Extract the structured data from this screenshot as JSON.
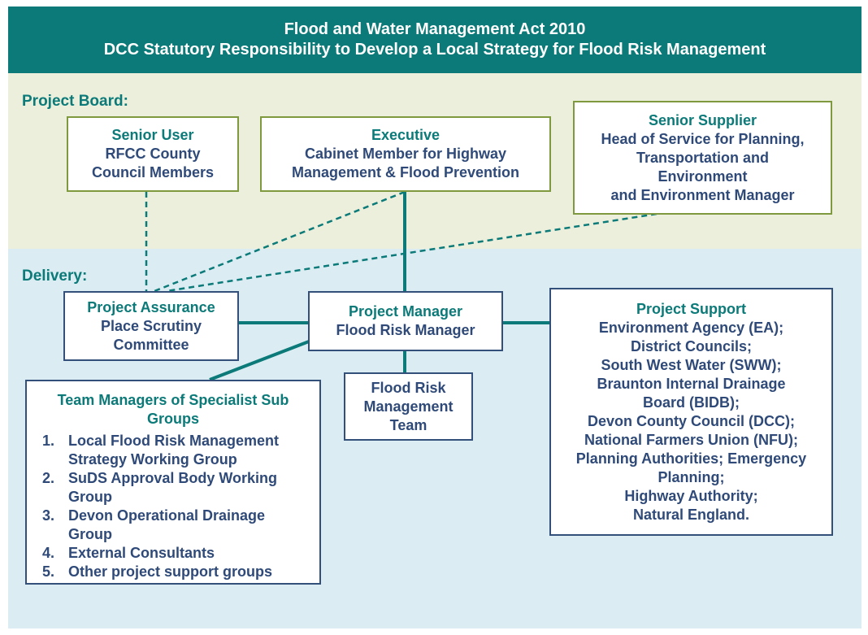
{
  "header": {
    "line1": "Flood and Water Management Act 2010",
    "line2": "DCC Statutory Responsibility to Develop a Local Strategy for Flood Risk Management"
  },
  "sections": {
    "board": "Project Board:",
    "delivery": "Delivery:"
  },
  "senior_user": {
    "title": "Senior User",
    "lines": [
      "RFCC County",
      "Council Members"
    ]
  },
  "executive": {
    "title": "Executive",
    "lines": [
      "Cabinet Member for Highway",
      "Management & Flood Prevention"
    ]
  },
  "senior_supplier": {
    "title": "Senior Supplier",
    "lines": [
      "Head of Service for Planning,",
      "Transportation and",
      "Environment",
      "and Environment Manager"
    ]
  },
  "project_assurance": {
    "title": "Project Assurance",
    "lines": [
      "Place Scrutiny",
      "Committee"
    ]
  },
  "project_manager": {
    "title": "Project Manager",
    "lines": [
      "Flood Risk Manager"
    ]
  },
  "flood_risk_team": {
    "lines": [
      "Flood Risk",
      "Management",
      "Team"
    ]
  },
  "project_support": {
    "title": "Project Support",
    "lines": [
      "Environment Agency (EA);",
      "District Councils;",
      "South West Water (SWW);",
      "Braunton Internal Drainage",
      "Board (BIDB);",
      "Devon County Council (DCC);",
      "National Farmers Union (NFU);",
      "Planning Authorities; Emergency",
      "Planning;",
      "Highway Authority;",
      "Natural England."
    ]
  },
  "team_managers": {
    "title_lines": [
      "Team Managers of Specialist Sub",
      "Groups"
    ],
    "items": [
      {
        "num": "1.",
        "lines": [
          "Local Flood Risk Management",
          "Strategy Working Group"
        ]
      },
      {
        "num": "2.",
        "lines": [
          "SuDS Approval Body Working",
          "Group"
        ]
      },
      {
        "num": "3.",
        "lines": [
          "Devon Operational Drainage",
          "Group"
        ]
      },
      {
        "num": "4.",
        "lines": [
          "External Consultants"
        ]
      },
      {
        "num": "5.",
        "lines": [
          "Other project support groups"
        ]
      }
    ]
  },
  "colors": {
    "teal": "#0b7a78",
    "navy_text": "#2f4a78",
    "board_bg": "#ebefdc",
    "delivery_bg": "#dbedf3",
    "green_border": "#7f9a3e",
    "blue_border": "#33507a"
  }
}
